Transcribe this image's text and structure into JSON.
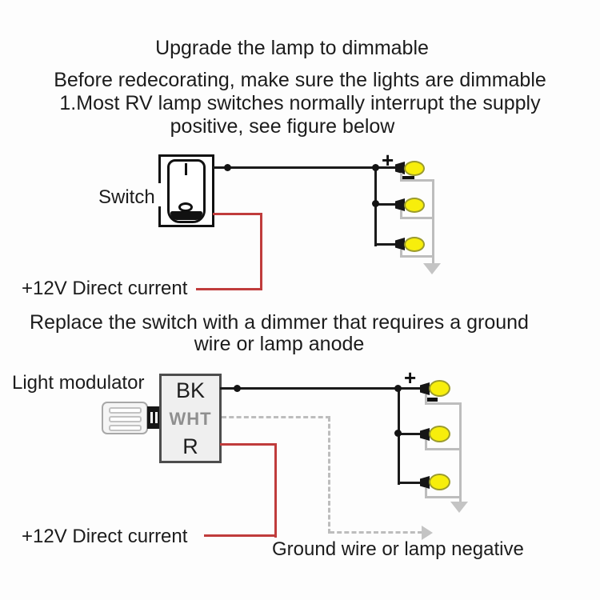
{
  "header": {
    "title": "Upgrade the lamp to dimmable",
    "intro": [
      "Before redecorating, make sure the lights are dimmable",
      "1.Most RV lamp switches normally interrupt the supply",
      "positive, see figure below"
    ]
  },
  "section2": {
    "lines": [
      "Replace the switch with a dimmer that requires a ground",
      "wire or lamp anode"
    ]
  },
  "diagram1": {
    "switch_label": "Switch",
    "supply_label": "+12V Direct current",
    "plus_mark": "+"
  },
  "diagram2": {
    "modulator_label": "Light modulator",
    "terminals": [
      "BK",
      "WHT",
      "R"
    ],
    "supply_label": "+12V Direct current",
    "ground_label": "Ground wire or lamp negative",
    "plus_mark": "+"
  },
  "colors": {
    "text": "#1c1c1c",
    "wire-positive": "#c03c3c",
    "wire-negative": "#1a1a1a",
    "wire-ground": "#bdbdbd",
    "arrow-ground": "#c4c4c4",
    "bulb-fill": "#f7ee0c",
    "bulb-outline": "#9b9b2d",
    "terminal-muted": "#8f8f8f"
  }
}
